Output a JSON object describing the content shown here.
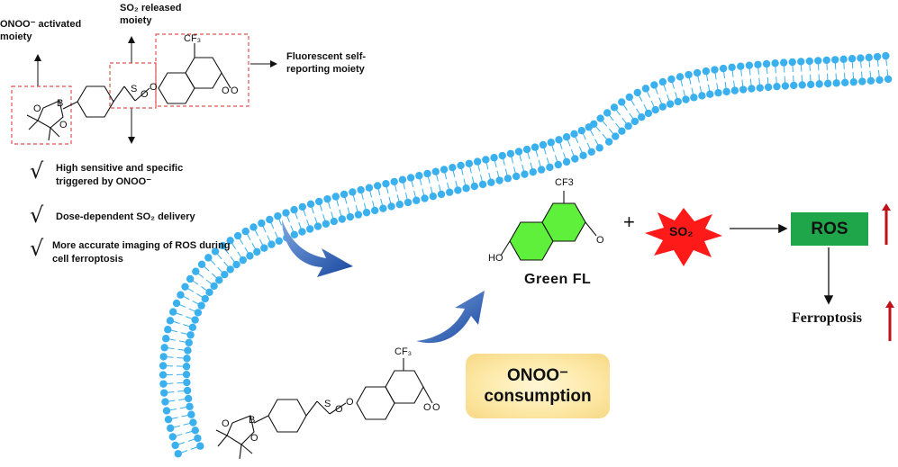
{
  "labels": {
    "onoo_activated": "ONOO⁻ activated moiety",
    "so2_released": "SO₂ released moiety",
    "fluorescent": "Fluorescent self-reporting moiety"
  },
  "features": [
    {
      "check": "√",
      "text": "High sensitive and specific triggered by ONOO⁻"
    },
    {
      "check": "√",
      "text": "Dose-dependent SO₂ delivery"
    },
    {
      "check": "√",
      "text": "More accurate imaging of ROS during cell ferroptosis"
    }
  ],
  "product": {
    "cf3": "CF3",
    "ho": "HO",
    "o": "O",
    "label": "Green FL"
  },
  "plus": "+",
  "so2": "SO₂",
  "ros": "ROS",
  "ferroptosis": "Ferroptosis",
  "consumption": {
    "line1": "ONOO⁻",
    "line2": "consumption"
  },
  "molecule": {
    "cf3": "CF3",
    "b": "B",
    "o": "O",
    "s": "S"
  },
  "colors": {
    "membrane": "#3ab0ee",
    "green": "#1fa64a",
    "star": "#ff1a1a",
    "up_arrow": "#c0101a",
    "blue_arrow": "#1f55b5",
    "product_fill": "#5ef03b"
  }
}
